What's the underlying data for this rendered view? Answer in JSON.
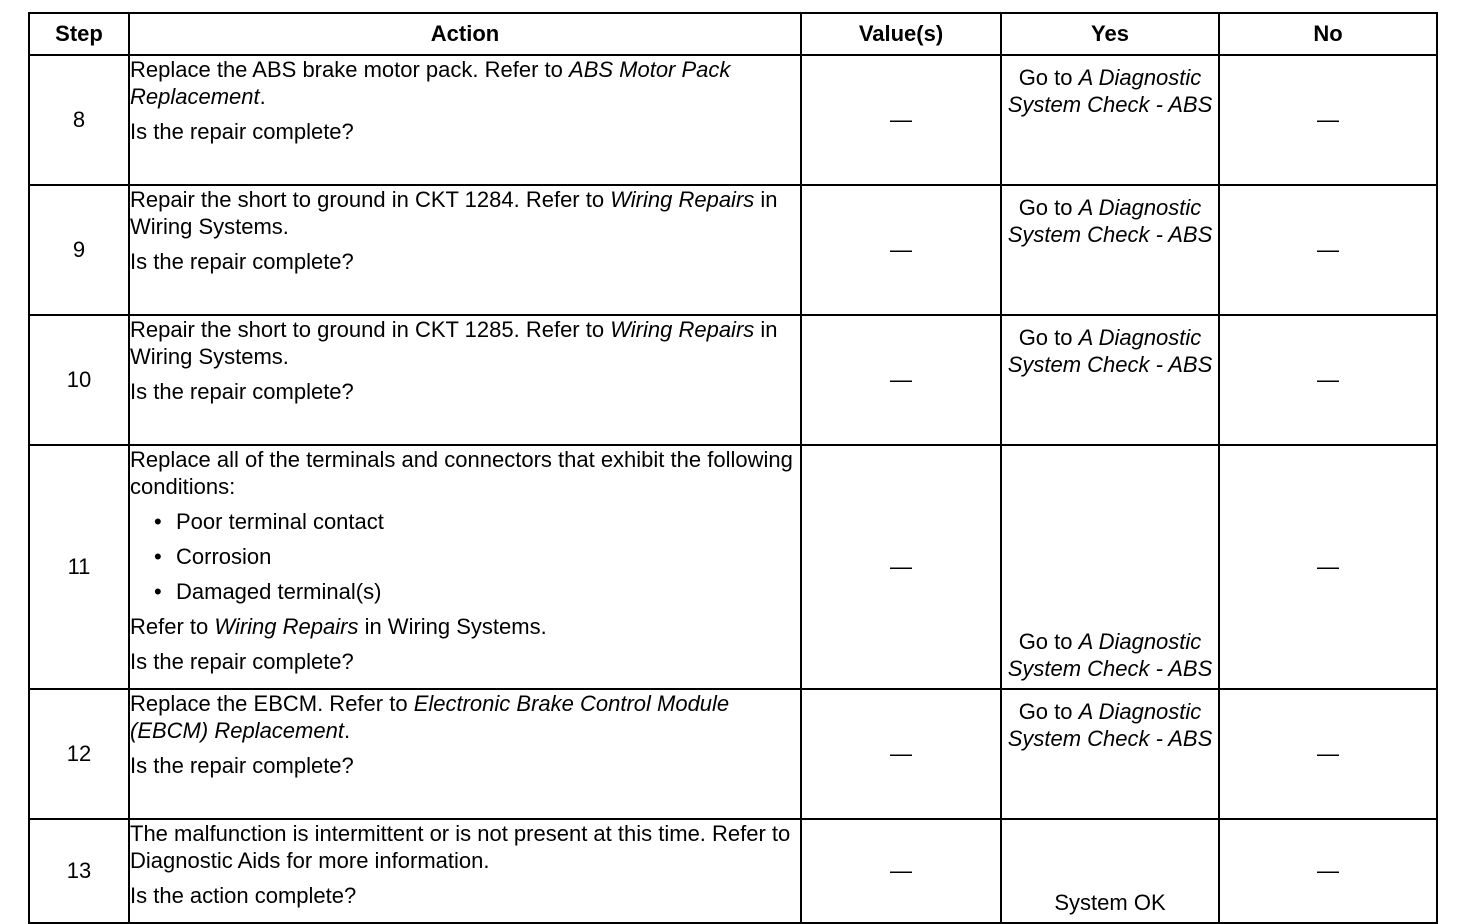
{
  "headers": {
    "step": "Step",
    "action": "Action",
    "values": "Value(s)",
    "yes": "Yes",
    "no": "No"
  },
  "rows": [
    {
      "step": "8",
      "action": {
        "line1_pre": "Replace the ABS brake motor pack. Refer to ",
        "line1_italic": "ABS Motor Pack Replacement",
        "line1_post": ".",
        "question": "Is the repair complete?"
      },
      "value": "—",
      "yes": {
        "pre": "Go to ",
        "italic": "A Diagnostic System Check - ABS"
      },
      "no": "—"
    },
    {
      "step": "9",
      "action": {
        "line1_pre": "Repair the short to ground in CKT 1284. Refer to ",
        "line1_italic": "Wiring Repairs",
        "line1_post": " in Wiring Systems.",
        "question": "Is the repair complete?"
      },
      "value": "—",
      "yes": {
        "pre": "Go to ",
        "italic": "A Diagnostic System Check - ABS"
      },
      "no": "—"
    },
    {
      "step": "10",
      "action": {
        "line1_pre": "Repair the short to ground in CKT 1285. Refer to ",
        "line1_italic": "Wiring Repairs",
        "line1_post": " in Wiring Systems.",
        "question": "Is the repair complete?"
      },
      "value": "—",
      "yes": {
        "pre": "Go to ",
        "italic": "A Diagnostic System Check - ABS"
      },
      "no": "—"
    },
    {
      "step": "11",
      "action": {
        "intro": "Replace all of the terminals and connectors that exhibit the following conditions:",
        "bullets": [
          "Poor terminal contact",
          "Corrosion",
          "Damaged terminal(s)"
        ],
        "refer_pre": "Refer to ",
        "refer_italic": "Wiring Repairs",
        "refer_post": " in Wiring Systems.",
        "question": "Is the repair complete?"
      },
      "value": "—",
      "yes": {
        "pre": "Go to ",
        "italic": "A Diagnostic System Check - ABS"
      },
      "no": "—"
    },
    {
      "step": "12",
      "action": {
        "line1_pre": "Replace the EBCM. Refer to ",
        "line1_italic": "Electronic Brake Control Module (EBCM) Replacement",
        "line1_post": ".",
        "question": "Is the repair complete?"
      },
      "value": "—",
      "yes": {
        "pre": "Go to ",
        "italic": "A Diagnostic System Check - ABS"
      },
      "no": "—"
    },
    {
      "step": "13",
      "action": {
        "line1": "The malfunction is intermittent or is not present at this time. Refer to Diagnostic Aids for more information.",
        "question": "Is the action complete?"
      },
      "value": "—",
      "yes_plain": "System OK",
      "no": "—"
    }
  ]
}
